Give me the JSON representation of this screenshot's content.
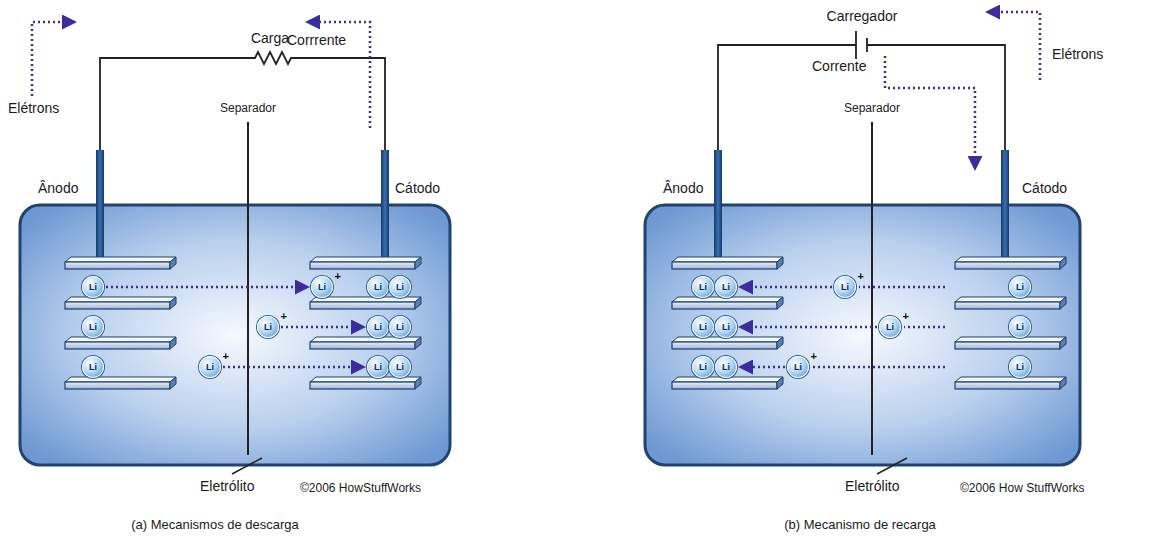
{
  "diagram": {
    "nodes": [
      {
        "text": [
          "Li"
        ]
      },
      {
        "text": [
          "Li"
        ]
      },
      {
        "text": [
          "Li"
        ]
      },
      {
        "text": [
          "Li",
          "+"
        ]
      },
      {
        "text": [
          "Li",
          "+"
        ]
      },
      {
        "text": [
          "Li",
          "+"
        ]
      },
      {
        "text": [
          "Li"
        ]
      },
      {
        "text": [
          "Li"
        ]
      },
      {
        "text": [
          "Li"
        ]
      },
      {
        "text": [
          "Li"
        ]
      },
      {
        "text": [
          "Li"
        ]
      },
      {
        "text": [
          "Li"
        ]
      },
      {
        "text": [
          "Li"
        ]
      },
      {
        "text": [
          "Li"
        ]
      },
      {
        "text": [
          "Li"
        ]
      },
      {
        "text": [
          "Li"
        ]
      },
      {
        "text": [
          "Li"
        ]
      },
      {
        "text": [
          "Li"
        ]
      },
      {
        "text": [
          "Li",
          "+"
        ]
      },
      {
        "text": [
          "Li",
          "+"
        ]
      },
      {
        "text": [
          "Li",
          "+"
        ]
      },
      {
        "text": [
          "Li"
        ]
      },
      {
        "text": [
          "Li"
        ]
      },
      {
        "text": [
          "Li"
        ]
      }
    ],
    "edges": [
      {
        "from": 0,
        "to": 3,
        "arrow": "to"
      },
      {
        "from": 4,
        "to": 8,
        "arrow": "to"
      },
      {
        "from": 5,
        "to": 10,
        "arrow": "to"
      },
      {
        "from": 18,
        "to": 13,
        "arrow": "to"
      },
      {
        "from": 19,
        "to": 15,
        "arrow": "to"
      },
      {
        "from": 20,
        "to": 17,
        "arrow": "to"
      }
    ],
    "labels": [
      "Carga",
      "Elétrons",
      "Corrrente",
      "Ânodo",
      "Separador",
      "Cátodo",
      "Eletrólito",
      "©2006 HowStuffWorks",
      "(a) Mecanismos de descarga",
      "Carregador",
      "Corrente",
      "Elétrons",
      "Ânodo",
      "Separador",
      "Cátodo",
      "Eletrólito",
      "©2006 How StuffWorks",
      "(b) Mecanismo de recarga"
    ]
  }
}
